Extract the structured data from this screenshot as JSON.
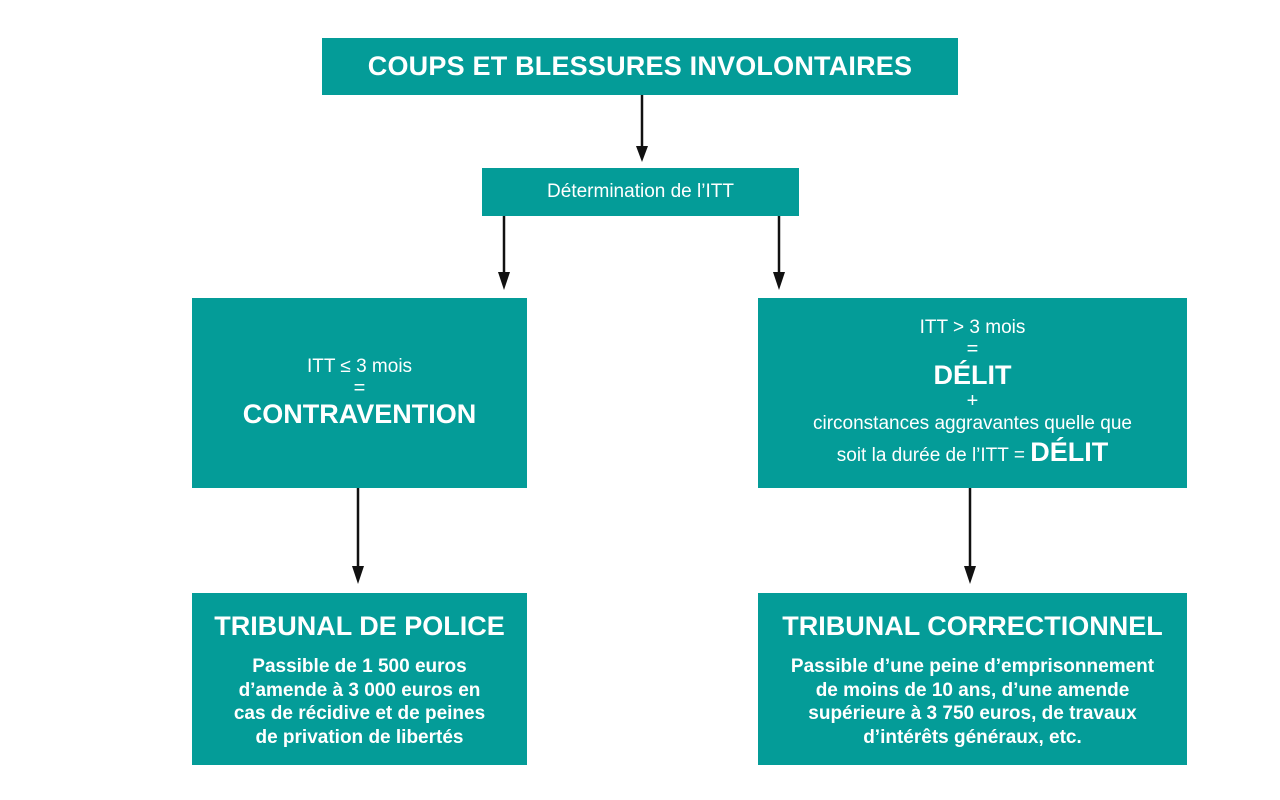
{
  "title": "COUPS ET BLESSURES INVOLONTAIRES",
  "itt_box": "Détermination de l’ITT",
  "left_branch": {
    "condition": "ITT ≤ 3 mois",
    "equals": "=",
    "result": "CONTRAVENTION"
  },
  "right_branch": {
    "condition": "ITT > 3 mois",
    "equals": "=",
    "result": "DÉLIT",
    "plus": "+",
    "line1": "circonstances aggravantes quelle que",
    "line2_prefix": "soit la durée de l’ITT = ",
    "line2_result": "DÉLIT"
  },
  "police": {
    "title": "TRIBUNAL DE POLICE",
    "lines": [
      "Passible de 1 500 euros",
      "d’amende à 3 000 euros en",
      "cas de récidive et de peines",
      "de privation de libertés"
    ]
  },
  "correctionnel": {
    "title": "TRIBUNAL CORRECTIONNEL",
    "lines": [
      "Passible d’une peine d’emprisonnement",
      "de moins de 10 ans, d’une amende",
      "supérieure à 3 750 euros, de travaux",
      "d’intérêts généraux, etc."
    ]
  },
  "colors": {
    "box": "#049c98",
    "text": "#ffffff",
    "arrow": "#111111"
  }
}
